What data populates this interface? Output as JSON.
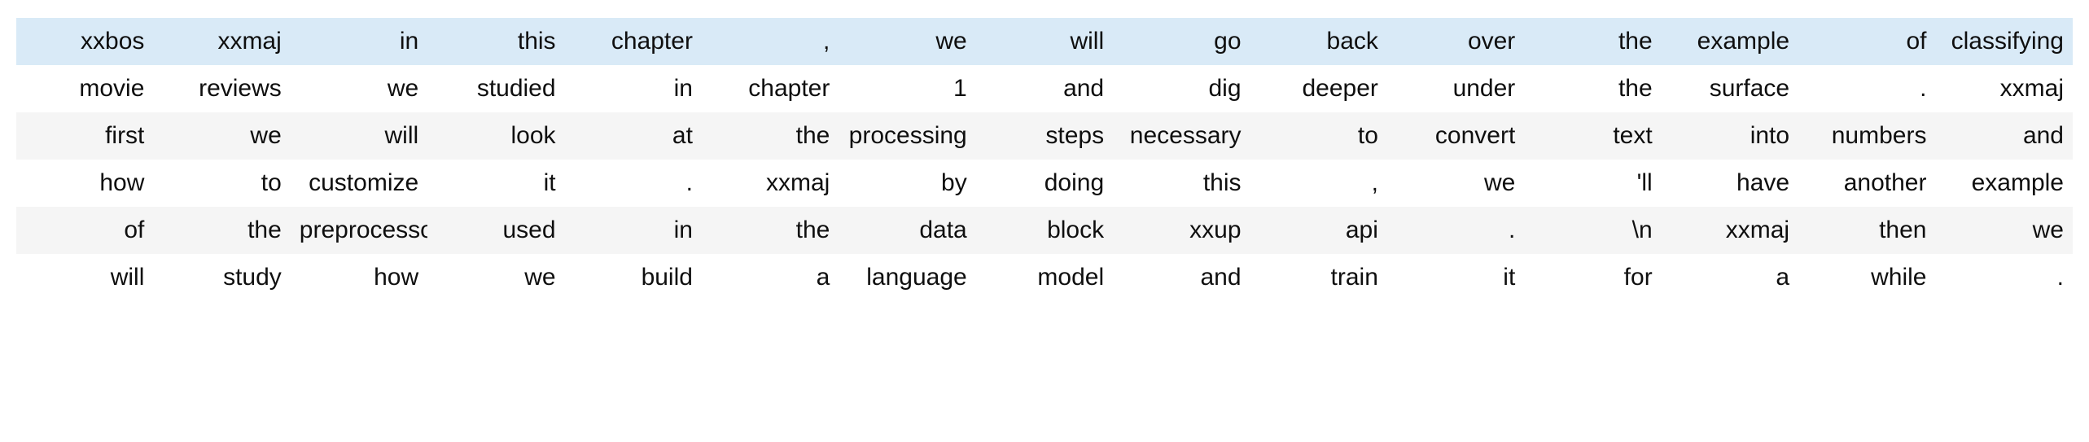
{
  "table": {
    "kind": "token-grid",
    "row_count": 6,
    "column_count": 16,
    "colors": {
      "highlight_row_bg": "#d9eaf7",
      "stripe_row_bg": "#f5f5f5",
      "plain_row_bg": "#ffffff",
      "text": "#0f0f0f",
      "page_bg": "#ffffff"
    },
    "row_styles": [
      "highlight",
      "even",
      "odd",
      "even",
      "odd",
      "even"
    ],
    "rows": [
      [
        "xxbos",
        "xxmaj",
        "in",
        "this",
        "chapter",
        ",",
        "we",
        "will",
        "go",
        "back",
        "over",
        "the",
        "example",
        "of",
        "classifying"
      ],
      [
        "movie",
        "reviews",
        "we",
        "studied",
        "in",
        "chapter",
        "1",
        "and",
        "dig",
        "deeper",
        "under",
        "the",
        "surface",
        ".",
        "xxmaj"
      ],
      [
        "first",
        "we",
        "will",
        "look",
        "at",
        "the",
        "processing",
        "steps",
        "necessary",
        "to",
        "convert",
        "text",
        "into",
        "numbers",
        "and"
      ],
      [
        "how",
        "to",
        "customize",
        "it",
        ".",
        "xxmaj",
        "by",
        "doing",
        "this",
        ",",
        "we",
        "'ll",
        "have",
        "another",
        "example"
      ],
      [
        "of",
        "the",
        "preprocessor",
        "used",
        "in",
        "the",
        "data",
        "block",
        "xxup",
        "api",
        ".",
        "\\n",
        "xxmaj",
        "then",
        "we"
      ],
      [
        "will",
        "study",
        "how",
        "we",
        "build",
        "a",
        "language",
        "model",
        "and",
        "train",
        "it",
        "for",
        "a",
        "while",
        "."
      ]
    ]
  }
}
